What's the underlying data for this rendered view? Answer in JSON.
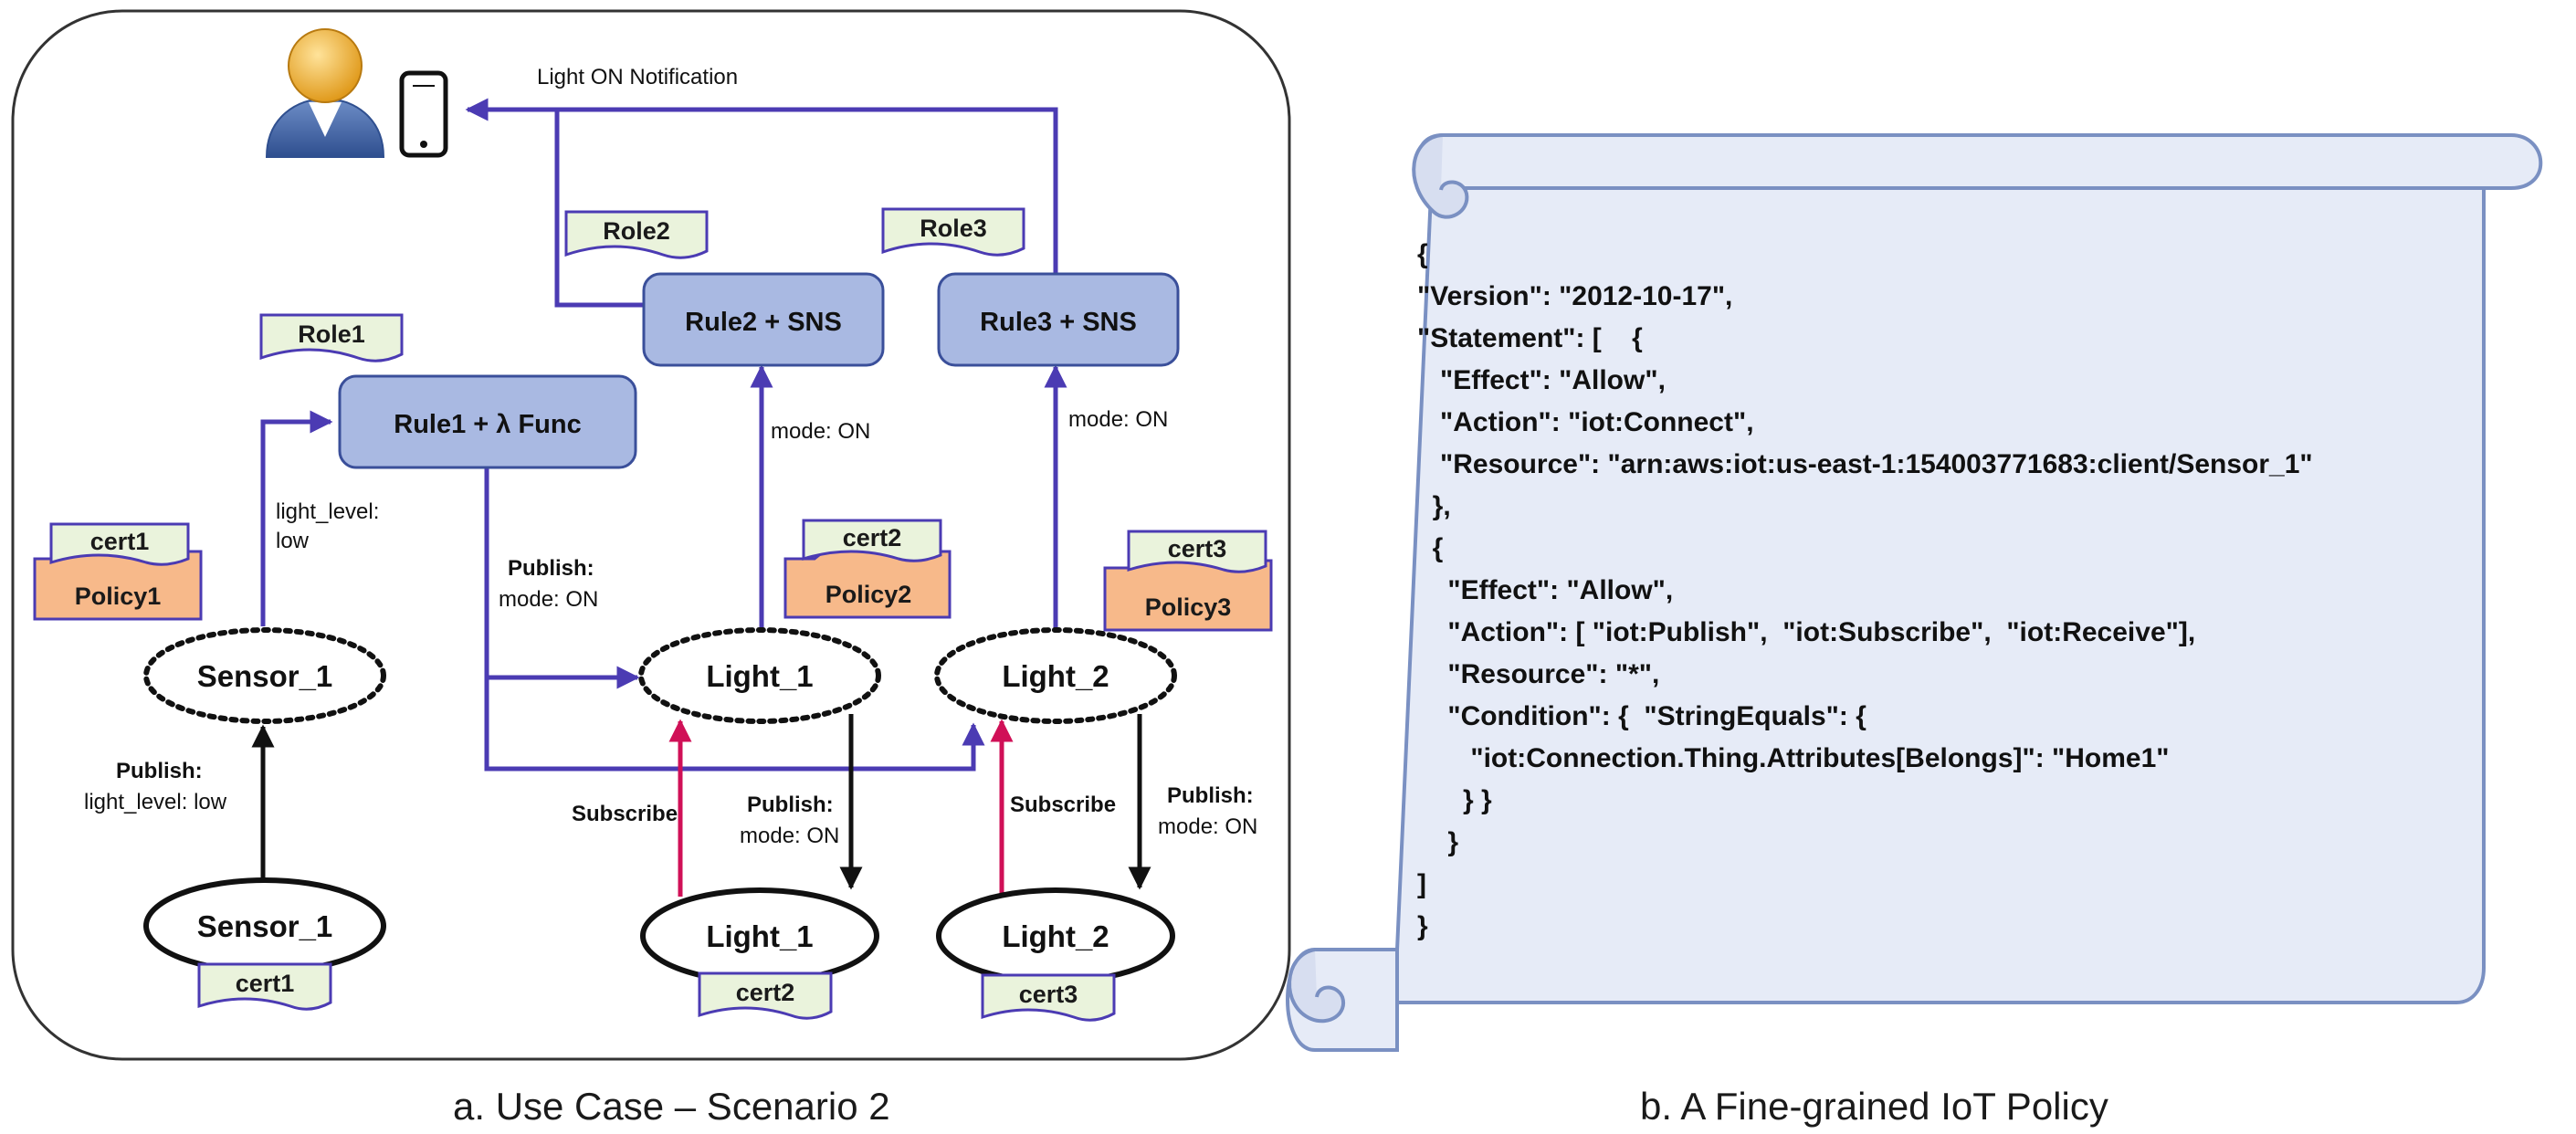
{
  "left_panel": {
    "caption": "a. Use Case – Scenario 2",
    "notification_label": "Light ON Notification",
    "roles": [
      "Role1",
      "Role2",
      "Role3"
    ],
    "rules": [
      "Rule1 + λ Func",
      "Rule2 + SNS",
      "Rule3 + SNS"
    ],
    "policies": [
      {
        "cert": "cert1",
        "policy": "Policy1"
      },
      {
        "cert": "cert2",
        "policy": "Policy2"
      },
      {
        "cert": "cert3",
        "policy": "Policy3"
      }
    ],
    "shadows": [
      "Sensor_1",
      "Light_1",
      "Light_2"
    ],
    "devices": [
      "Sensor_1",
      "Light_1",
      "Light_2"
    ],
    "device_certs": [
      "cert1",
      "cert2",
      "cert3"
    ],
    "edge_labels": {
      "light_level_1": "light_level:",
      "light_level_2": "low",
      "mode_on_a": "mode: ON",
      "mode_on_b": "mode: ON",
      "publish_rule_1": "Publish:",
      "publish_rule_2": "mode: ON",
      "sensor_publish_1": "Publish:",
      "sensor_publish_2": "light_level: low",
      "subscribe_a": "Subscribe",
      "subscribe_b": "Subscribe",
      "light1_publish_1": "Publish:",
      "light1_publish_2": "mode: ON",
      "light2_publish_1": "Publish:",
      "light2_publish_2": "mode: ON"
    },
    "icons": [
      "user-avatar-icon",
      "smartphone-icon"
    ],
    "colors": {
      "rule_fill": "#a9b9e2",
      "role_fill": "#eaf3dc",
      "policy_fill": "#f7b98a",
      "arrow_blue": "#4b3bb3",
      "arrow_pink": "#d01057",
      "scroll_fill": "#e6ebf7",
      "scroll_stroke": "#7a90c2"
    }
  },
  "right_panel": {
    "caption": "b. A Fine-grained IoT Policy",
    "policy_lines": [
      "{",
      "\"Version\": \"2012-10-17\",",
      "\"Statement\": [    {",
      "   \"Effect\": \"Allow\",",
      "   \"Action\": \"iot:Connect\",",
      "   \"Resource\": \"arn:aws:iot:us-east-1:154003771683:client/Sensor_1\"",
      "  },",
      "  {",
      "    \"Effect\": \"Allow\",",
      "    \"Action\": [ \"iot:Publish\",  \"iot:Subscribe\",  \"iot:Receive\"],",
      "    \"Resource\": \"*\",",
      "    \"Condition\": {  \"StringEquals\": {",
      "       \"iot:Connection.Thing.Attributes[Belongs]\": \"Home1\"",
      "      } }",
      "    }",
      "]",
      "}"
    ]
  }
}
